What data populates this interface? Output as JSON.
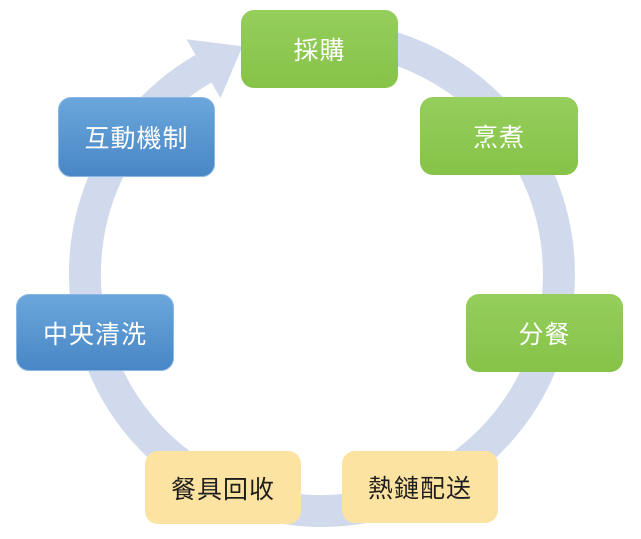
{
  "diagram": {
    "type": "cycle",
    "direction": "clockwise",
    "nodes": [
      {
        "id": "procurement",
        "label": "採購",
        "color": "green"
      },
      {
        "id": "cooking",
        "label": "烹煮",
        "color": "green"
      },
      {
        "id": "meal-distribution",
        "label": "分餐",
        "color": "green"
      },
      {
        "id": "hot-chain-delivery",
        "label": "熱鏈配送",
        "color": "yellow"
      },
      {
        "id": "tableware-recycling",
        "label": "餐具回收",
        "color": "yellow"
      },
      {
        "id": "central-washing",
        "label": "中央清洗",
        "color": "blue"
      },
      {
        "id": "interaction-mechanism",
        "label": "互動機制",
        "color": "blue"
      }
    ]
  },
  "palette": {
    "ring": "#d0daec",
    "green_top": "#95ce5c",
    "green_bottom": "#86c348",
    "blue_top": "#6ba7dc",
    "blue_bottom": "#4886c5",
    "blue_border": "#8ab7e3",
    "yellow": "#fce3a1",
    "text_light": "#ffffff",
    "text_dark": "#1e1e1e",
    "background": "#ffffff"
  }
}
